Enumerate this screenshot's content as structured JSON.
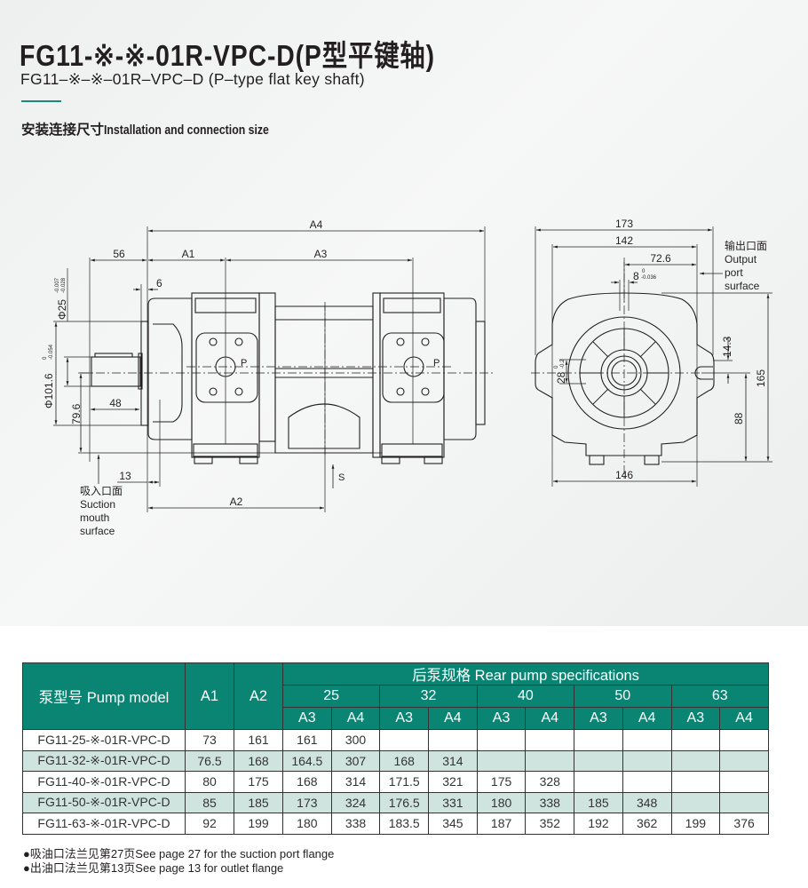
{
  "header": {
    "title": "FG11-※-※-01R-VPC-D(P型平键轴)",
    "subtitle": "FG11–※–※–01R–VPC–D (P–type flat key shaft)",
    "section_cn": "安装连接尺寸",
    "section_en": "Installation and connection size",
    "accent_color": "#1b8a7a"
  },
  "side_view": {
    "A4": "A4",
    "A1": "A1",
    "A3": "A3",
    "A2": "A2",
    "d56": "56",
    "d6": "6",
    "d48": "48",
    "d13": "13",
    "d79_6": "79.6",
    "phi25": "Φ25",
    "phi25_tol_upper": "-0.007",
    "phi25_tol_lower": "-0.028",
    "phi101": "Φ101.6",
    "phi101_tol_upper": "0",
    "phi101_tol_lower": "-0.054",
    "port_p": "P",
    "suction_s": "S",
    "suction_label": [
      "吸入口面",
      "Suction",
      "mouth",
      "surface"
    ]
  },
  "front_view": {
    "d173": "173",
    "d142": "142",
    "d72_6": "72.6",
    "d8": "8",
    "d8_tol_upper": "0",
    "d8_tol_lower": "-0.036",
    "d28": "28",
    "d28_tol_upper": "0",
    "d28_tol_lower": "-0.2",
    "d14_3": "14.3",
    "d88": "88",
    "d165": "165",
    "d146": "146",
    "output_label": [
      "输出口面",
      "Output",
      "port",
      "surface"
    ]
  },
  "table": {
    "header_color": "#0a8573",
    "alt_row_color": "#d0e4df",
    "col_model": "泵型号 Pump model",
    "col_a1": "A1",
    "col_a2": "A2",
    "rear_group": "后泵规格 Rear pump specifications",
    "rear_sizes": [
      "25",
      "32",
      "40",
      "50",
      "63"
    ],
    "sub_cols": [
      "A3",
      "A4"
    ],
    "rows": [
      {
        "model": "FG11-25-※-01R-VPC-D",
        "a1": "73",
        "a2": "161",
        "vals": [
          "161",
          "300",
          "",
          "",
          "",
          "",
          "",
          "",
          "",
          ""
        ]
      },
      {
        "model": "FG11-32-※-01R-VPC-D",
        "a1": "76.5",
        "a2": "168",
        "vals": [
          "164.5",
          "307",
          "168",
          "314",
          "",
          "",
          "",
          "",
          "",
          ""
        ]
      },
      {
        "model": "FG11-40-※-01R-VPC-D",
        "a1": "80",
        "a2": "175",
        "vals": [
          "168",
          "314",
          "171.5",
          "321",
          "175",
          "328",
          "",
          "",
          "",
          ""
        ]
      },
      {
        "model": "FG11-50-※-01R-VPC-D",
        "a1": "85",
        "a2": "185",
        "vals": [
          "173",
          "324",
          "176.5",
          "331",
          "180",
          "338",
          "185",
          "348",
          "",
          ""
        ]
      },
      {
        "model": "FG11-63-※-01R-VPC-D",
        "a1": "92",
        "a2": "199",
        "vals": [
          "180",
          "338",
          "183.5",
          "345",
          "187",
          "352",
          "192",
          "362",
          "199",
          "376"
        ]
      }
    ]
  },
  "notes": [
    "●吸油口法兰见第27页See page 27 for the suction port flange",
    "●出油口法兰见第13页See page 13 for outlet flange"
  ]
}
